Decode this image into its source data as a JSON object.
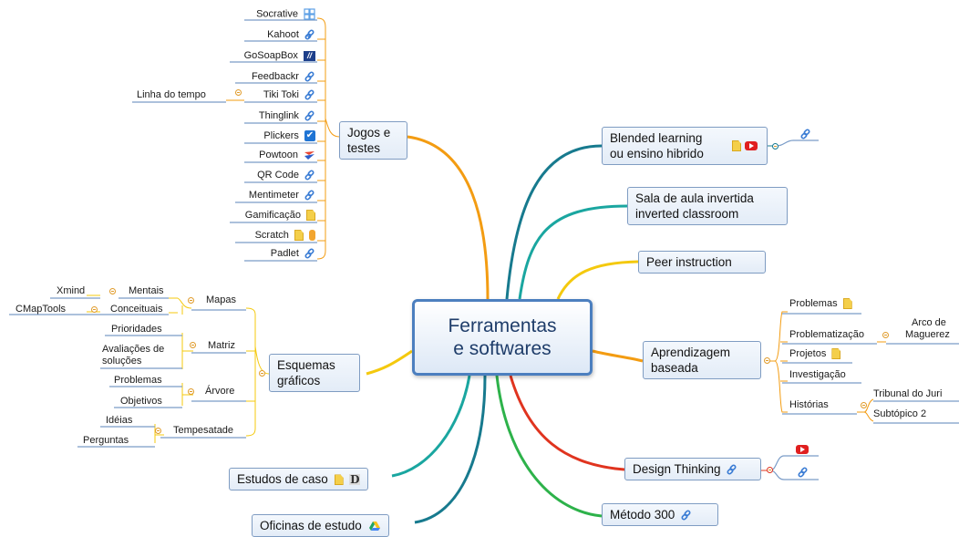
{
  "center": {
    "line1": "Ferramentas",
    "line2": "e softwares"
  },
  "jogos": {
    "line1": "Jogos e",
    "line2": "testes",
    "items": [
      "Socrative",
      "Kahoot",
      "GoSoapBox",
      "Feedbackr",
      "Tiki Toki",
      "Thinglink",
      "Plickers",
      "Powtoon",
      "QR Code",
      "Mentimeter",
      "Gamificação",
      "Scratch",
      "Padlet"
    ],
    "tiki_child": "Linha do tempo"
  },
  "esquemas": {
    "line1": "Esquemas",
    "line2": "gráficos",
    "mapas": "Mapas",
    "mentais": "Mentais",
    "xmind": "Xmind",
    "conceituais": "Conceituais",
    "cmaptools": "CMapTools",
    "matriz": "Matriz",
    "prioridades": "Prioridades",
    "aval1": "Avaliações de",
    "aval2": "soluções",
    "arvore": "Árvore",
    "problemas": "Problemas",
    "objetivos": "Objetivos",
    "tempestade": "Tempesatade",
    "ideias": "Idéias",
    "perguntas": "Perguntas"
  },
  "estudos": "Estudos de caso",
  "oficinas": "Oficinas de estudo",
  "blended": {
    "line1": "Blended learning",
    "line2": "ou ensino hibrido"
  },
  "sala": {
    "line1": "Sala de aula invertida",
    "line2": "inverted classroom"
  },
  "peer": "Peer instruction",
  "aprendizagem": {
    "line1": "Aprendizagem",
    "line2": "baseada",
    "problemas": "Problemas",
    "problematizacao": "Problematização",
    "arco1": "Arco de",
    "arco2": "Maguerez",
    "projetos": "Projetos",
    "investigacao": "Investigação",
    "historias": "Histórias",
    "tribunal": "Tribunal do Juri",
    "subtopico": "Subtópico 2"
  },
  "design": "Design Thinking",
  "metodo": "Método 300",
  "colors": {
    "orange": "#f39c12",
    "yellow": "#f4c90e",
    "teal": "#1aa6a0",
    "petrol": "#177a8e",
    "red": "#e0341f",
    "green": "#2db24a",
    "leaf_line": "#7a9cc8",
    "node_border": "#7f9cc2"
  }
}
